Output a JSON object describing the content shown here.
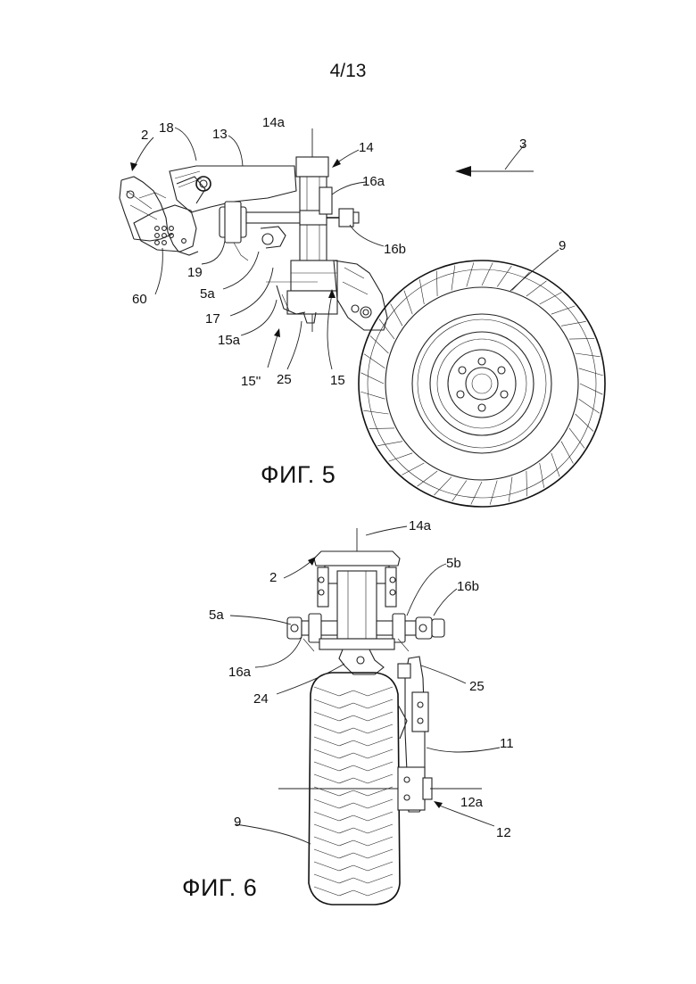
{
  "sheet_number": "4/13",
  "figures": [
    {
      "caption": "ФИГ. 5",
      "labels": [
        "2",
        "18",
        "13",
        "14a",
        "14",
        "3",
        "16a",
        "16b",
        "9",
        "19",
        "5a",
        "60",
        "17",
        "15a",
        "15''",
        "25",
        "15"
      ]
    },
    {
      "caption": "ФИГ. 6",
      "labels": [
        "14a",
        "2",
        "5b",
        "16b",
        "5a",
        "16a",
        "24",
        "25",
        "11",
        "12a",
        "9",
        "12"
      ]
    }
  ]
}
